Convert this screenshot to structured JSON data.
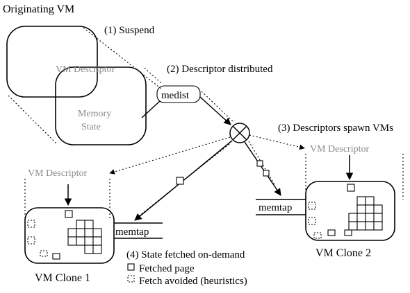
{
  "originating_title": "Originating VM",
  "steps": {
    "suspend": "(1) Suspend",
    "distributed": "(2) Descriptor distributed",
    "spawn": "(3) Descriptors spawn VMs",
    "fetch": "(4) State fetched on-demand"
  },
  "vm_descriptor": "VM Descriptor",
  "memory_state": [
    "Memory",
    "State"
  ],
  "medist": "medist",
  "memtap": "memtap",
  "clones": [
    "VM Clone 1",
    "VM Clone 2"
  ],
  "legend": {
    "fetched": "Fetched page",
    "avoided": "Fetch avoided (heuristics)"
  }
}
